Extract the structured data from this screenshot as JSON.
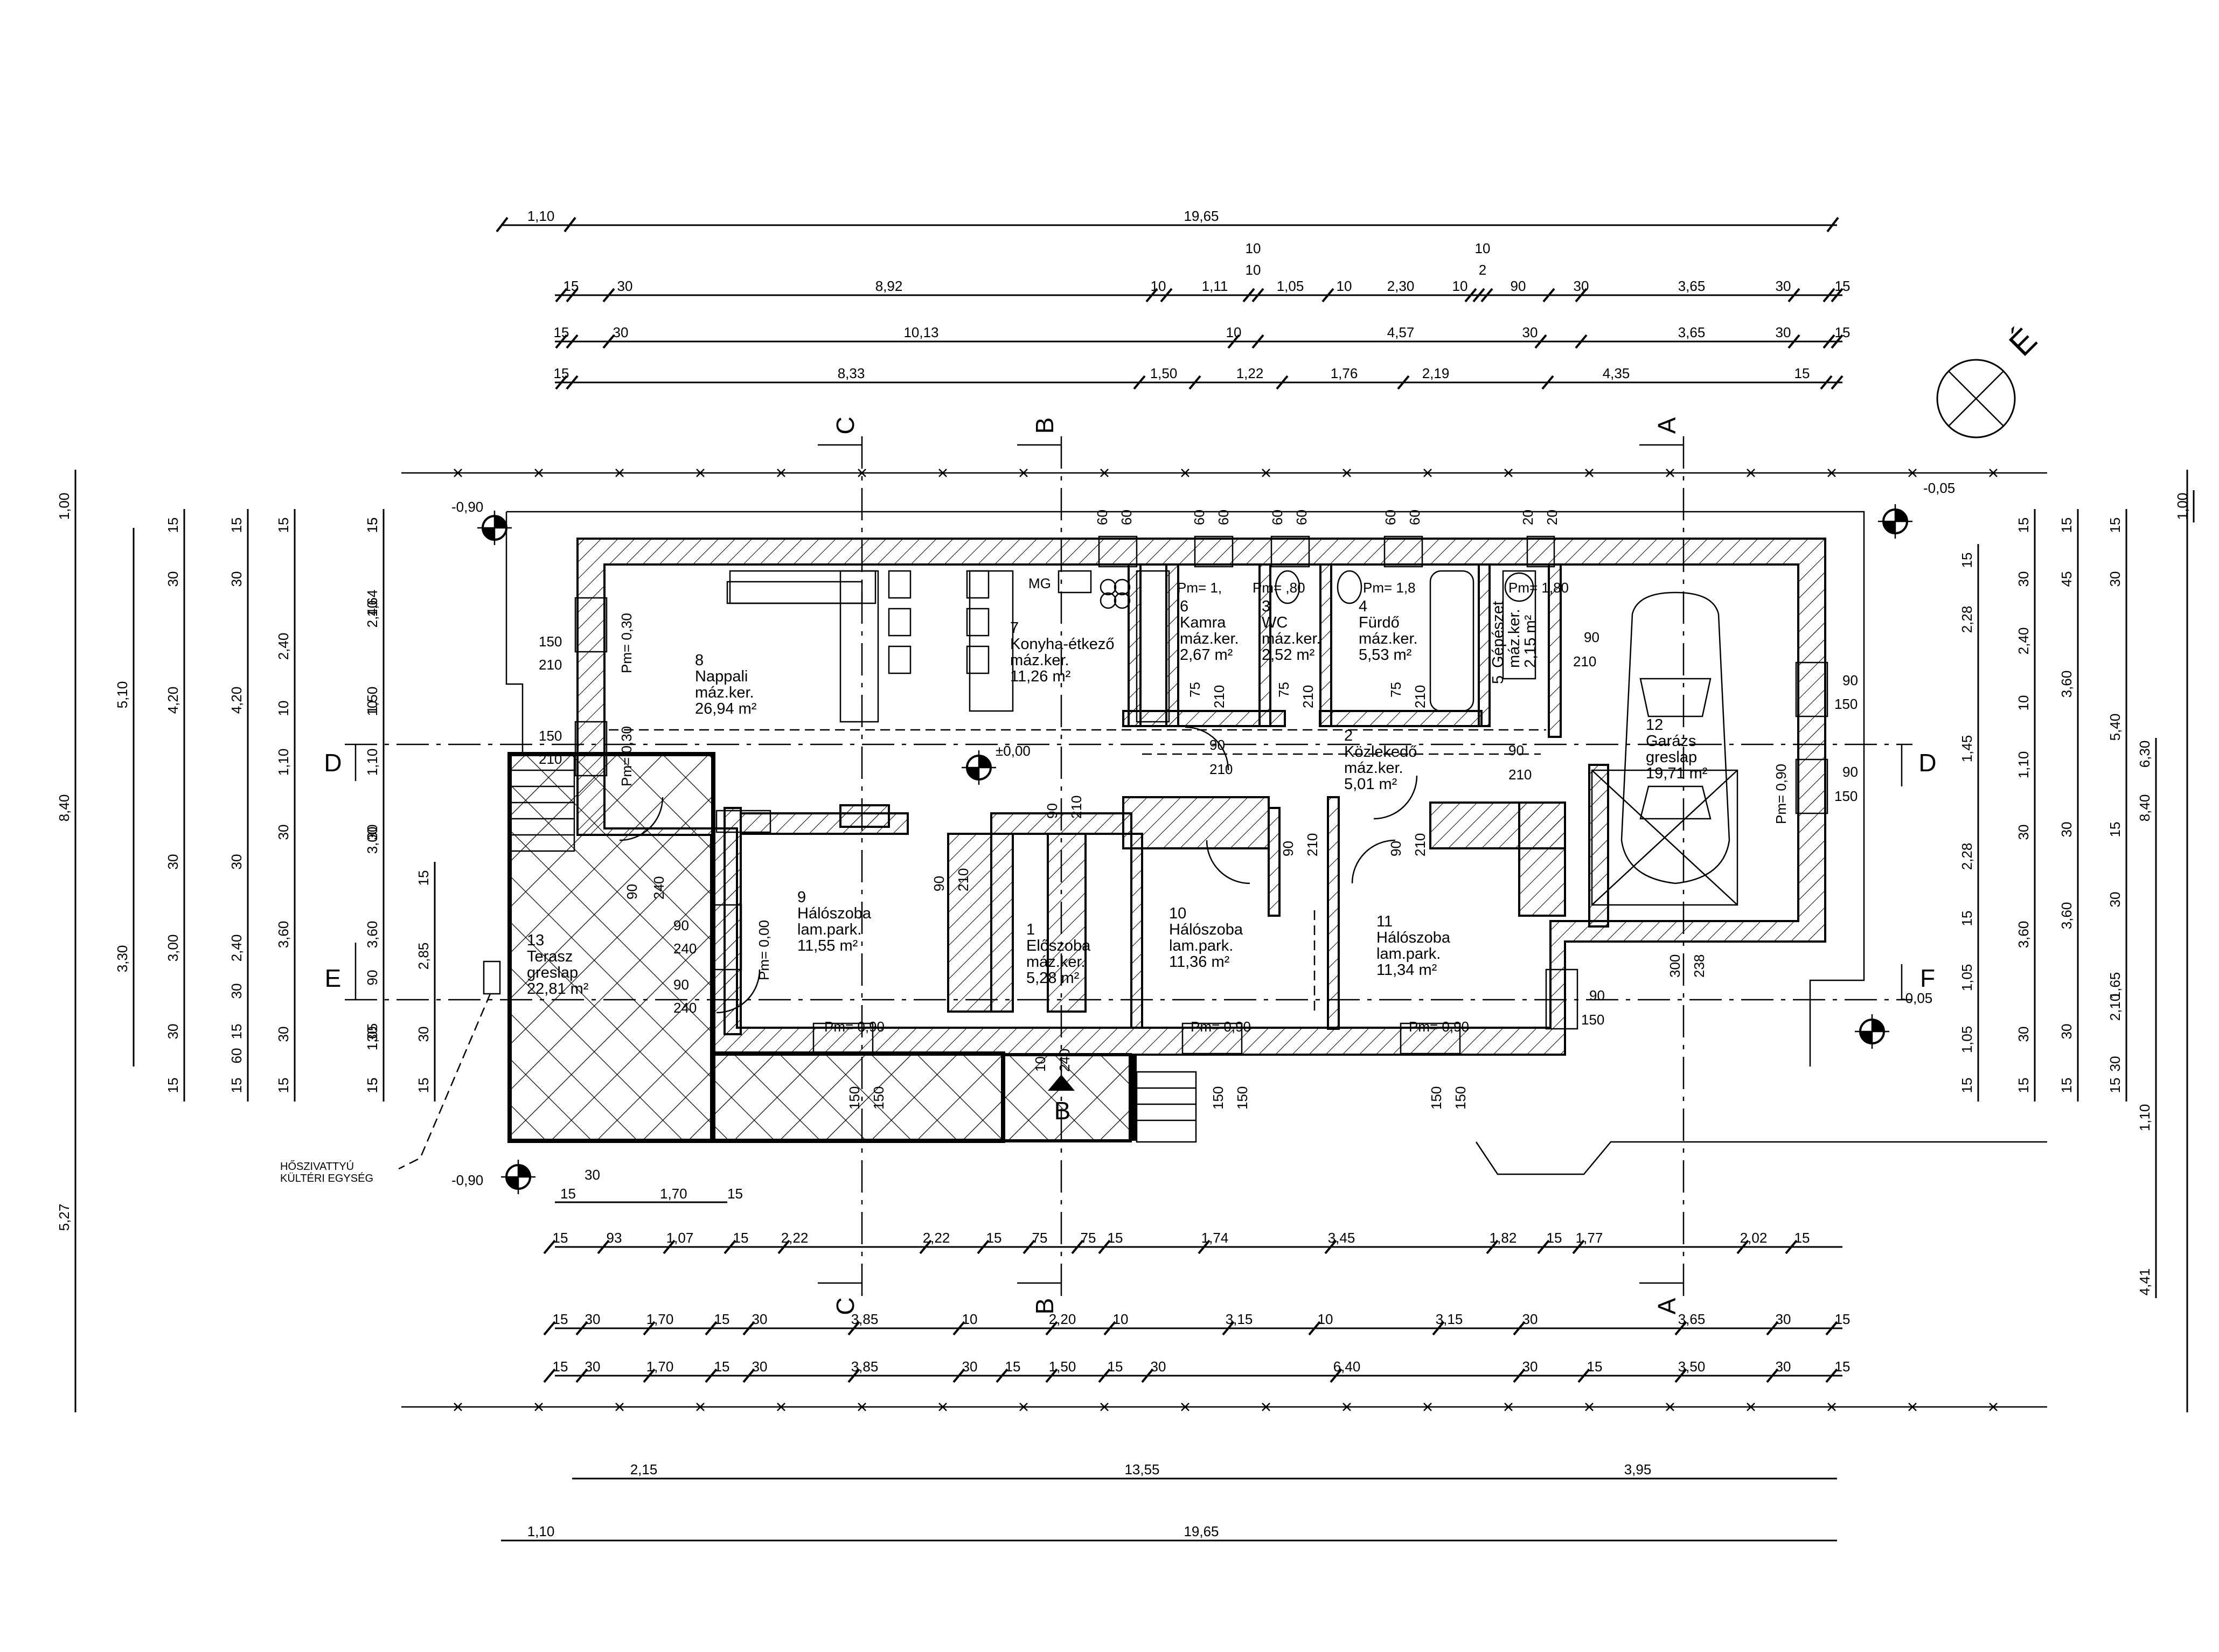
{
  "dims": {
    "top_row1": [
      "1,10",
      "19,65"
    ],
    "top_row2": [
      "15",
      "30",
      "8,92",
      "10",
      "1,11",
      "10",
      "1,05",
      "10",
      "2,30",
      "10",
      "2",
      "90",
      "30",
      "3,65",
      "30",
      "15"
    ],
    "top_row2_extra": [
      "10",
      "10"
    ],
    "top_row3": [
      "15",
      "30",
      "10,13",
      "10",
      "4,57",
      "30",
      "3,65",
      "30",
      "15"
    ],
    "top_row4": [
      "15",
      "8,33",
      "1,50",
      "1,22",
      "1,76",
      "2,19",
      "4,35",
      "15"
    ],
    "bot_row1": [
      "15",
      "30",
      "1,70",
      "15"
    ],
    "bot_row2": [
      "15",
      "93",
      "1,07",
      "15",
      "2,22",
      "2,22",
      "15",
      "75",
      "75",
      "15",
      "1,74",
      "3,45",
      "1,82",
      "15",
      "1,77",
      "2,02",
      "15"
    ],
    "bot_row3": [
      "15",
      "30",
      "1,70",
      "15",
      "30",
      "3,85",
      "10",
      "2,20",
      "10",
      "3,15",
      "10",
      "3,15",
      "30",
      "3,65",
      "30",
      "15"
    ],
    "bot_row4": [
      "15",
      "30",
      "1,70",
      "15",
      "30",
      "3,85",
      "30",
      "15",
      "1,50",
      "15",
      "30",
      "6,40",
      "30",
      "15",
      "3,50",
      "30",
      "15"
    ],
    "bot_row5": [
      "2,15",
      "13,55",
      "3,95"
    ],
    "bot_row6": [
      "1,10",
      "19,65"
    ],
    "left_col1": [
      "1,00",
      "8,40",
      "5,27"
    ],
    "left_col2": [
      "5,10",
      "3,30"
    ],
    "left_col3": [
      "15",
      "30",
      "4,20",
      "30",
      "3,00",
      "30",
      "15"
    ],
    "left_col4": [
      "15",
      "30",
      "4,20",
      "30",
      "2,40",
      "30",
      "60",
      "15",
      "15"
    ],
    "left_col5": [
      "15",
      "2,40",
      "10",
      "1,10",
      "30",
      "3,60",
      "30",
      "15"
    ],
    "left_col6": [
      "15",
      "1,64",
      "1,50",
      "3,00",
      "90",
      "1,05",
      "15"
    ],
    "left_col7": [
      "15",
      "2,85",
      "30",
      "15"
    ],
    "right_col1": [
      "15",
      "2,28",
      "1,45",
      "2,28",
      "15",
      "1,05",
      "1,05",
      "15"
    ],
    "right_col2": [
      "15",
      "30",
      "2,40",
      "10",
      "1,10",
      "30",
      "3,60",
      "30",
      "15"
    ],
    "right_col3": [
      "15",
      "45",
      "3,60",
      "30",
      "3,60",
      "30",
      "15"
    ],
    "right_col4": [
      "15",
      "30",
      "5,40",
      "15",
      "30",
      "1,65",
      "2,10",
      "30",
      "15"
    ],
    "right_col5": [
      "6,30",
      "8,40",
      "1,10",
      "4,41"
    ],
    "right_col6": [
      "1,00"
    ]
  },
  "axes": {
    "top": [
      "C",
      "B",
      "A"
    ],
    "bottom": [
      "C",
      "B",
      "A"
    ],
    "left": [
      "D",
      "E"
    ],
    "right": [
      "D",
      "F"
    ],
    "section": "B"
  },
  "levels": {
    "nw": "-0,90",
    "ne": "-0,05",
    "sw": "-0,90",
    "se": "-0,05",
    "center": "±0,00"
  },
  "rooms": {
    "r1": {
      "num": "1",
      "name": "Előszoba",
      "floor": "máz.ker.",
      "area": "5,28 m²"
    },
    "r2": {
      "num": "2",
      "name": "Közlekedő",
      "floor": "máz.ker.",
      "area": "5,01 m²"
    },
    "r3": {
      "num": "3",
      "name": "WC",
      "floor": "máz.ker.",
      "area": "2,52 m²"
    },
    "r4": {
      "num": "4",
      "name": "Fürdő",
      "floor": "máz.ker.",
      "area": "5,53 m²"
    },
    "r5": {
      "num": "5",
      "name": "Gépészet",
      "floor": "máz.ker.",
      "area": "2,15 m²"
    },
    "r6": {
      "num": "6",
      "name": "Kamra",
      "floor": "máz.ker.",
      "area": "2,67 m²"
    },
    "r7": {
      "num": "7",
      "name": "Konyha-étkező",
      "floor": "máz.ker.",
      "area": "11,26 m²"
    },
    "r8": {
      "num": "8",
      "name": "Nappali",
      "floor": "máz.ker.",
      "area": "26,94 m²"
    },
    "r9": {
      "num": "9",
      "name": "Hálószoba",
      "floor": "lam.park.",
      "area": "11,55 m²"
    },
    "r10": {
      "num": "10",
      "name": "Hálószoba",
      "floor": "lam.park.",
      "area": "11,36 m²"
    },
    "r11": {
      "num": "11",
      "name": "Hálószoba",
      "floor": "lam.park.",
      "area": "11,34 m²"
    },
    "r12": {
      "num": "12",
      "name": "Garázs",
      "floor": "greslap",
      "area": "19,71 m²"
    },
    "r13": {
      "num": "13",
      "name": "Terasz",
      "floor": "greslap",
      "area": "22,81 m²"
    }
  },
  "openings": {
    "pm_090": "Pm= 0,90",
    "pm_000": "Pm= 0,00",
    "pm_030": "Pm= 0,30",
    "pm_1": "Pm= 1,",
    "pm_80": "Pm= ,80",
    "pm_18": "Pm= 1,8",
    "pm_180": "Pm= 1,80",
    "mg": "MG",
    "w150": "150",
    "w210": "210",
    "w90": "90",
    "w240": "240",
    "w60": "60",
    "w20": "20",
    "w75": "75",
    "w300": "300",
    "w238": "238",
    "w10": "10",
    "w15": "15"
  },
  "annotation": {
    "heatpump_l1": "HŐSZIVATTYÚ",
    "heatpump_l2": "KÜLTÉRI EGYSÉG"
  },
  "north": "É"
}
